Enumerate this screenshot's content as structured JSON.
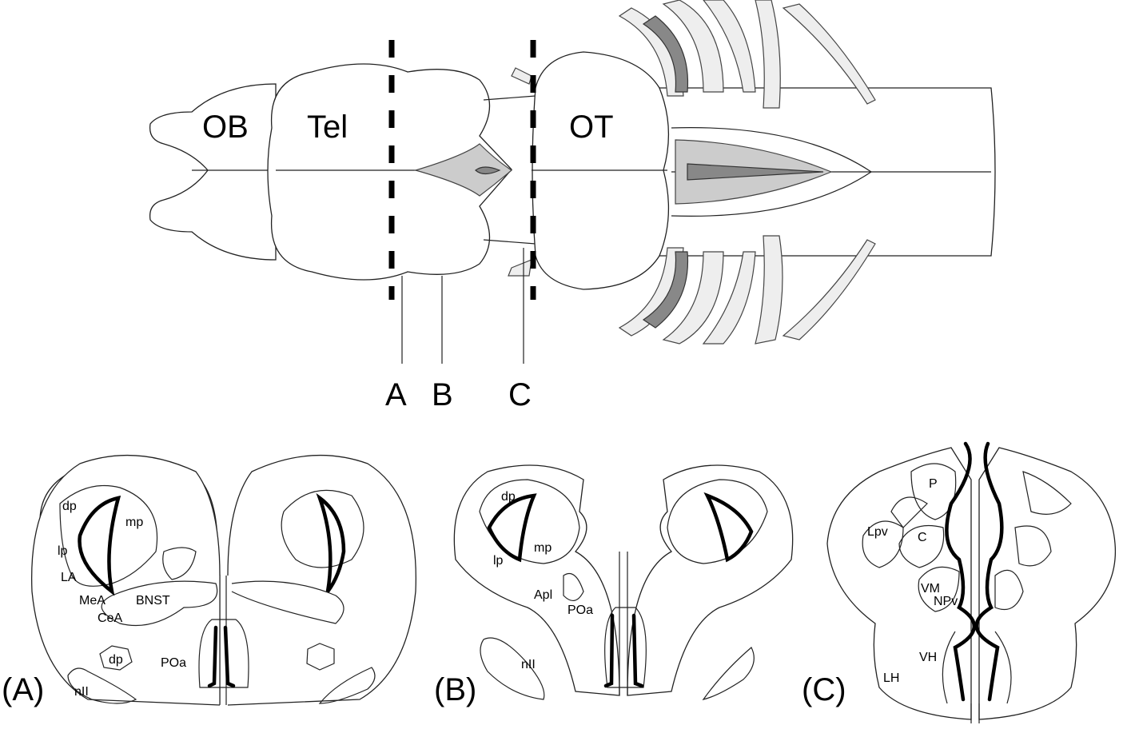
{
  "dorsal_view": {
    "ob": "OB",
    "tel": "Tel",
    "ot": "OT"
  },
  "section_markers": {
    "a": "A",
    "b": "B",
    "c": "C"
  },
  "panel_a": {
    "label": "(A)",
    "dp": "dp",
    "mp": "mp",
    "lp": "lp",
    "la": "LA",
    "mea": "MeA",
    "bnst": "BNST",
    "cea": "CeA",
    "dp2": "dp",
    "poa": "POa",
    "nii": "nII"
  },
  "panel_b": {
    "label": "(B)",
    "dp": "dp",
    "lp": "lp",
    "mp": "mp",
    "apl": "Apl",
    "poa": "POa",
    "nii": "nII"
  },
  "panel_c": {
    "label": "(C)",
    "p": "P",
    "lpv": "Lpv",
    "c": "C",
    "vm": "VM",
    "npv": "NPv",
    "vh": "VH",
    "lh": "LH"
  }
}
